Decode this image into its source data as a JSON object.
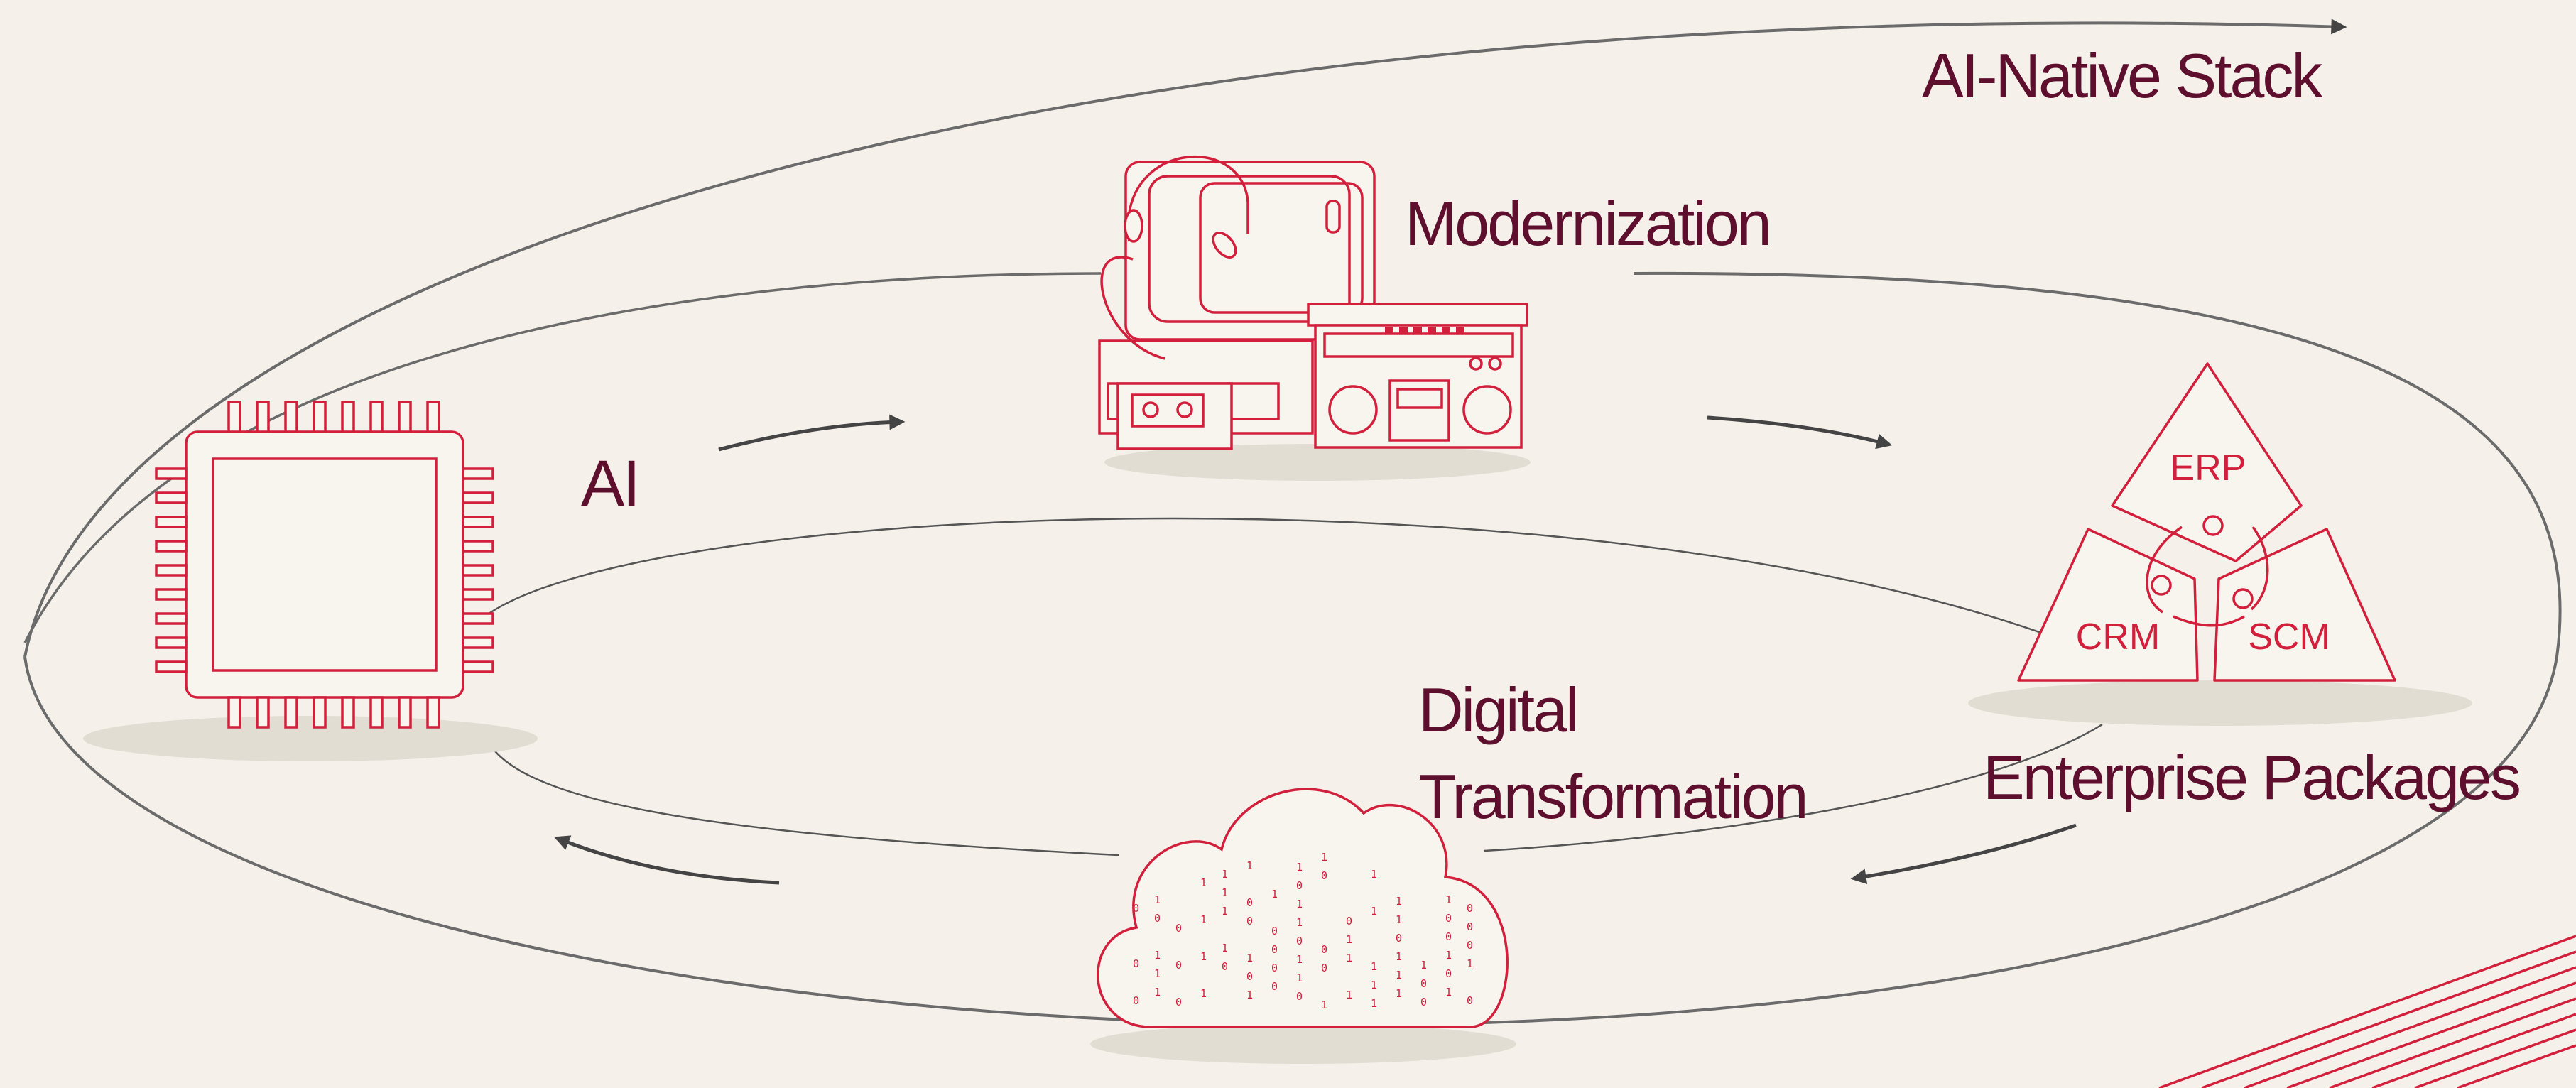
{
  "labels": {
    "ai_native_stack": "AI-Native Stack",
    "modernization": "Modernization",
    "ai": "AI",
    "digital_line1": "Digital",
    "digital_line2": "Transformation",
    "enterprise_packages": "Enterprise Packages"
  },
  "triangle_labels": {
    "top": "ERP",
    "left": "CRM",
    "right": "SCM"
  },
  "icons": [
    "chip-icon",
    "retro-computer-icon",
    "enterprise-triangle-icon",
    "binary-cloud-icon"
  ],
  "colors": {
    "background": "#f5f1ea",
    "label": "#5e0f2e",
    "icon": "#d21f3c",
    "line": "#555555",
    "shadow": "#e2ddd3"
  }
}
